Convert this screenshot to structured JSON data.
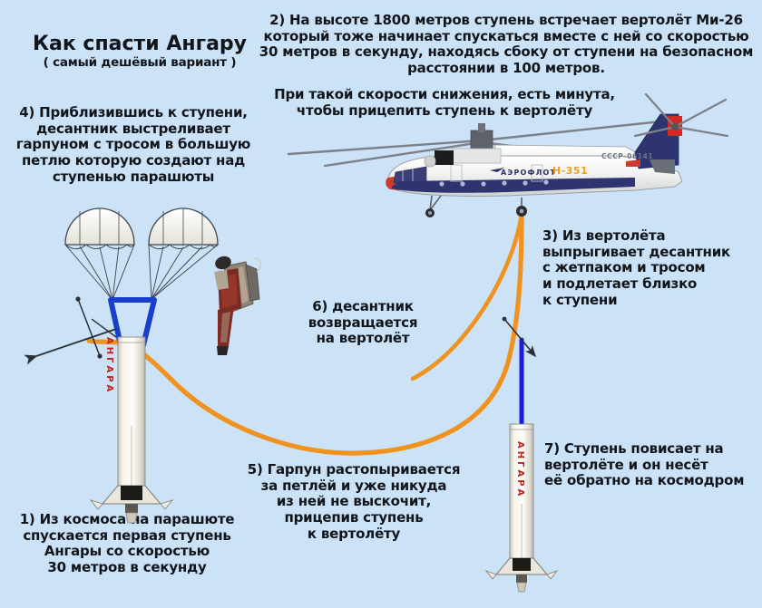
{
  "meta": {
    "background_color": "#cbe2f7",
    "text_color": "#111418",
    "cable_color": "#f0921e",
    "tether_color": "#1a1ae0",
    "riser_color": "#1a3ecc",
    "rocket_label_color": "#c0221a"
  },
  "title": "Как спасти Ангару",
  "subtitle": "( самый дешёвый вариант )",
  "steps": {
    "step2": "2) На высоте 1800 метров ступень встречает вертолёт Ми-26\nкоторый тоже начинает спускаться вместе с ней со скоростью\n30 метров в секунду, находясь сбоку от ступени на безопасном\nрасстоянии в 100 метров.",
    "step2b": "При такой скорости снижения, есть минута,\nчтобы прицепить ступень к вертолёту",
    "step4": "4) Приблизившись к ступени,\nдесантник выстреливает\nгарпуном с тросом в большую\nпетлю которую создают над\nступенью парашюты",
    "step3": "3) Из вертолёта\nвыпрыгивает десантник\nс жетпаком и тросом\nи подлетает близко\nк ступени",
    "step6": "6) десантник\nвозвращается\nна вертолёт",
    "step5": "5) Гарпун растопыривается\nза петлёй и уже никуда\nиз ней не выскочит,\nприцепив ступень\nк вертолёту",
    "step1": "1) Из космоса на парашюте\nспускается первая ступень\nАнгары со скоростью\n30 метров в секунду",
    "step7": "7) Ступень повисает на\nвертолёте и он несёт\nеё обратно на космодром"
  },
  "helicopter": {
    "airline": "АЭРОФЛОТ",
    "side_number": "Н-351",
    "registration": "СССР-06141",
    "model": "Ми-26"
  },
  "rockets": {
    "left_label": "АНГАРА",
    "right_label": "АНГАРА"
  },
  "icons": {
    "parachute": "parachute-icon",
    "harpoon": "harpoon-icon",
    "jetpack_soldier": "jetpack-soldier-icon",
    "helicopter": "helicopter-icon",
    "rocket_stage": "rocket-stage-icon"
  }
}
